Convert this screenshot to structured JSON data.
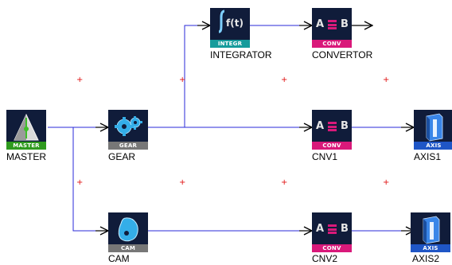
{
  "nodes": {
    "master": {
      "label": "MASTER",
      "tag": "MASTER"
    },
    "gear": {
      "label": "GEAR",
      "tag": "GEAR"
    },
    "cam": {
      "label": "CAM",
      "tag": "CAM"
    },
    "integrator": {
      "label": "INTEGRATOR",
      "tag": "INTEGR",
      "icon_text": "f(t)"
    },
    "convertor": {
      "label": "CONVERTOR",
      "tag": "CONV",
      "icon_text_a": "A",
      "icon_text_b": "B"
    },
    "cnv1": {
      "label": "CNV1",
      "tag": "CONV",
      "icon_text_a": "A",
      "icon_text_b": "B"
    },
    "cnv2": {
      "label": "CNV2",
      "tag": "CONV",
      "icon_text_a": "A",
      "icon_text_b": "B"
    },
    "axis1": {
      "label": "AXIS1",
      "tag": "AXIS"
    },
    "axis2": {
      "label": "AXIS2",
      "tag": "AXIS"
    }
  },
  "grid_marker": "+",
  "colors": {
    "wire": "#2a2ad8",
    "arrow": "#000000",
    "marker": "#e01010",
    "tag_master": "#2e9a1e",
    "tag_gear": "#777777",
    "tag_cam": "#777777",
    "tag_integr": "#159b9b",
    "tag_conv": "#d9197a",
    "tag_axis": "#1f56c6",
    "icon_bg": "#101c3a"
  },
  "icons": {
    "master": "master-triangle-icon",
    "gear": "gear-icon",
    "cam": "cam-icon",
    "integrator": "integral-icon",
    "conv": "a-to-b-convert-icon",
    "axis": "axis-motor-icon"
  }
}
